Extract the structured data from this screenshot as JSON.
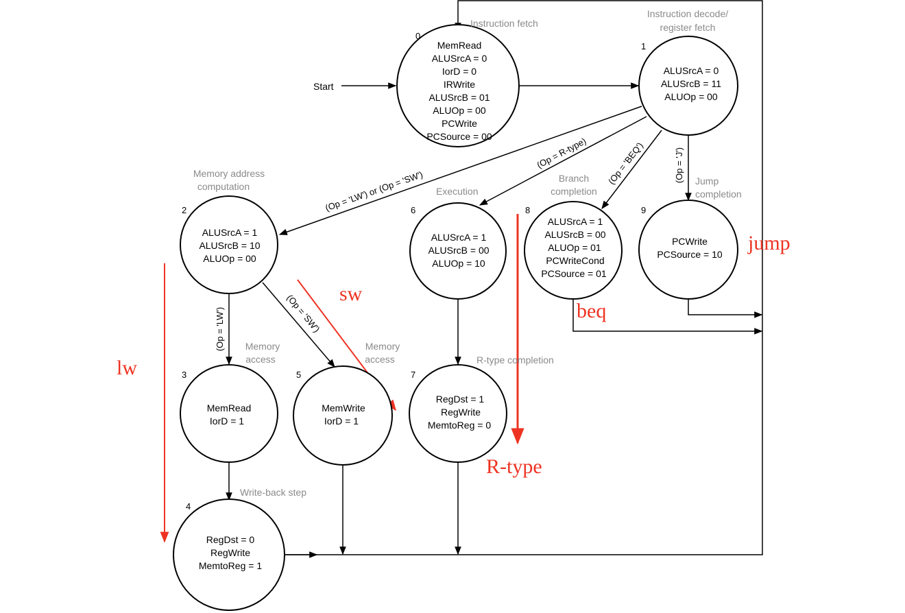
{
  "colors": {
    "line": "#000000",
    "stage_label": "#8a8a8a",
    "annotation": "#ee3322"
  },
  "start_label": "Start",
  "states": {
    "s0": {
      "number": "0",
      "stage": "Instruction fetch",
      "lines": [
        "MemRead",
        "ALUSrcA = 0",
        "IorD = 0",
        "IRWrite",
        "ALUSrcB = 01",
        "ALUOp = 00",
        "PCWrite",
        "PCSource = 00"
      ]
    },
    "s1": {
      "number": "1",
      "stage_lines": [
        "Instruction decode/",
        "register fetch"
      ],
      "lines": [
        "ALUSrcA = 0",
        "ALUSrcB = 11",
        "ALUOp = 00"
      ]
    },
    "s2": {
      "number": "2",
      "stage_lines": [
        "Memory address",
        "computation"
      ],
      "lines": [
        "ALUSrcA = 1",
        "ALUSrcB = 10",
        "ALUOp = 00"
      ]
    },
    "s3": {
      "number": "3",
      "stage_lines": [
        "Memory",
        "access"
      ],
      "lines": [
        "MemRead",
        "IorD = 1"
      ]
    },
    "s4": {
      "number": "4",
      "stage": "Write-back step",
      "lines": [
        "RegDst = 0",
        "RegWrite",
        "MemtoReg = 1"
      ]
    },
    "s5": {
      "number": "5",
      "stage_lines": [
        "Memory",
        "access"
      ],
      "lines": [
        "MemWrite",
        "IorD = 1"
      ]
    },
    "s6": {
      "number": "6",
      "stage": "Execution",
      "lines": [
        "ALUSrcA = 1",
        "ALUSrcB = 00",
        "ALUOp = 10"
      ]
    },
    "s7": {
      "number": "7",
      "stage": "R-type completion",
      "lines": [
        "RegDst = 1",
        "RegWrite",
        "MemtoReg = 0"
      ]
    },
    "s8": {
      "number": "8",
      "stage_lines": [
        "Branch",
        "completion"
      ],
      "lines": [
        "ALUSrcA = 1",
        "ALUSrcB = 00",
        "ALUOp = 01",
        "PCWriteCond",
        "PCSource = 01"
      ]
    },
    "s9": {
      "number": "9",
      "stage_lines": [
        "Jump",
        "completion"
      ],
      "lines": [
        "PCWrite",
        "PCSource = 10"
      ]
    }
  },
  "conditions": {
    "lw_or_sw": "(Op = 'LW') or (Op = 'SW')",
    "rtype": "(Op = R-type)",
    "beq": "(Op = 'BEQ')",
    "j": "(Op = 'J')",
    "lw": "(Op = 'LW')",
    "sw": "(Op = 'SW')"
  },
  "annotations": {
    "lw": "lw",
    "sw": "sw",
    "rtype": "R-type",
    "beq": "beq",
    "jump": "jump"
  }
}
